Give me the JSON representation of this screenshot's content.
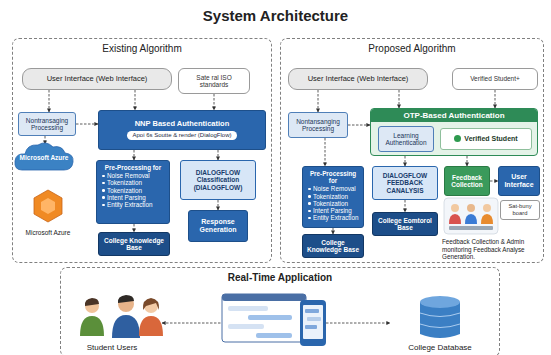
{
  "diagram": {
    "title": "System Architecture",
    "nodes": [
      {
        "text": [
          "Existing Algorithm"
        ]
      },
      {
        "text": [
          "User Interface (Web Interface)"
        ],
        "in": 0
      },
      {
        "text": [
          "Sate ral ISO standards"
        ],
        "in": 0
      },
      {
        "text": [
          "Nontransaging Processing"
        ],
        "in": 0
      },
      {
        "text": [
          "NNP Based Authentication",
          "Apoi 6s Soutte & render (DialogFlow)"
        ],
        "in": 0
      },
      {
        "text": [
          "Microsoft Azure"
        ],
        "in": 0
      },
      {
        "text": [
          "Pre-Processing for",
          "Noise Removal",
          "Tokenization",
          "Tokenization",
          "Intent Parsing",
          "Entity Extraction"
        ],
        "in": 0
      },
      {
        "text": [
          "DIALOGFLOW Classification (DIALOGFLOW)"
        ],
        "in": 0
      },
      {
        "text": [
          "Microsoft Azure"
        ],
        "in": 0
      },
      {
        "text": [
          "College Knowledge Base"
        ],
        "in": 0
      },
      {
        "text": [
          "Response Generation"
        ],
        "in": 0
      },
      {
        "text": [
          "Proposed Algorithm"
        ]
      },
      {
        "text": [
          "User Interface (Web Interface)"
        ],
        "in": 11
      },
      {
        "text": [
          "Verified Student+"
        ],
        "in": 11
      },
      {
        "text": [
          "Nontansanging Processing"
        ],
        "in": 11
      },
      {
        "text": [
          "OTP-Based Authentication"
        ],
        "in": 11
      },
      {
        "text": [
          "Learning Authentication"
        ],
        "in": 15
      },
      {
        "text": [
          "Verified Student"
        ],
        "in": 15
      },
      {
        "text": [
          "Pre-Processing for",
          "Noise Removal",
          "Tokenization",
          "Tokenization",
          "Intent Parsing",
          "Entity Extraction"
        ],
        "in": 11
      },
      {
        "text": [
          "DIALOGFLOW FEEDBACK CANALYSIS"
        ],
        "in": 11
      },
      {
        "text": [
          "Feedback Collection"
        ],
        "in": 11
      },
      {
        "text": [
          "User Interface"
        ],
        "in": 11
      },
      {
        "text": [
          "College Knowledge Base"
        ],
        "in": 11
      },
      {
        "text": [
          "College Eomtorol Base"
        ],
        "in": 11
      },
      {
        "text": [
          "Sat-buny board"
        ],
        "in": 11
      },
      {
        "text": [
          "Real-Time Application"
        ]
      },
      {
        "text": [
          "Student Users"
        ],
        "in": 25
      },
      {
        "text": [
          "College Database"
        ],
        "in": 25
      }
    ],
    "edges": [
      {
        "from": 1,
        "to": 3,
        "arrow": "to"
      },
      {
        "from": 1,
        "to": 4,
        "arrow": "to"
      },
      {
        "from": 2,
        "to": 4,
        "arrow": "to"
      },
      {
        "from": 3,
        "to": 4,
        "arrow": "to"
      },
      {
        "from": 3,
        "to": 5,
        "arrow": "to"
      },
      {
        "from": 4,
        "to": 6,
        "arrow": "to"
      },
      {
        "from": 4,
        "to": 7,
        "arrow": "to"
      },
      {
        "from": 6,
        "to": 9,
        "arrow": "to"
      },
      {
        "from": 7,
        "to": 10,
        "arrow": "to"
      },
      {
        "from": 12,
        "to": 14,
        "arrow": "to"
      },
      {
        "from": 12,
        "to": 15,
        "arrow": "to"
      },
      {
        "from": 13,
        "to": 15,
        "arrow": "to"
      },
      {
        "from": 14,
        "to": 15,
        "arrow": "to"
      },
      {
        "from": 14,
        "to": 18,
        "arrow": "to"
      },
      {
        "from": 15,
        "to": 19,
        "arrow": "to"
      },
      {
        "from": 15,
        "to": 20,
        "arrow": "to"
      },
      {
        "from": 20,
        "to": 21,
        "arrow": "to"
      },
      {
        "from": 18,
        "to": 22,
        "arrow": "to"
      },
      {
        "from": 19,
        "to": 23,
        "arrow": "to"
      },
      {
        "from": 26,
        "to": 27,
        "arrow": "both"
      }
    ],
    "labels": [
      "Feedback Collection & Admin monitoring Feedback Analyse Generation."
    ]
  }
}
